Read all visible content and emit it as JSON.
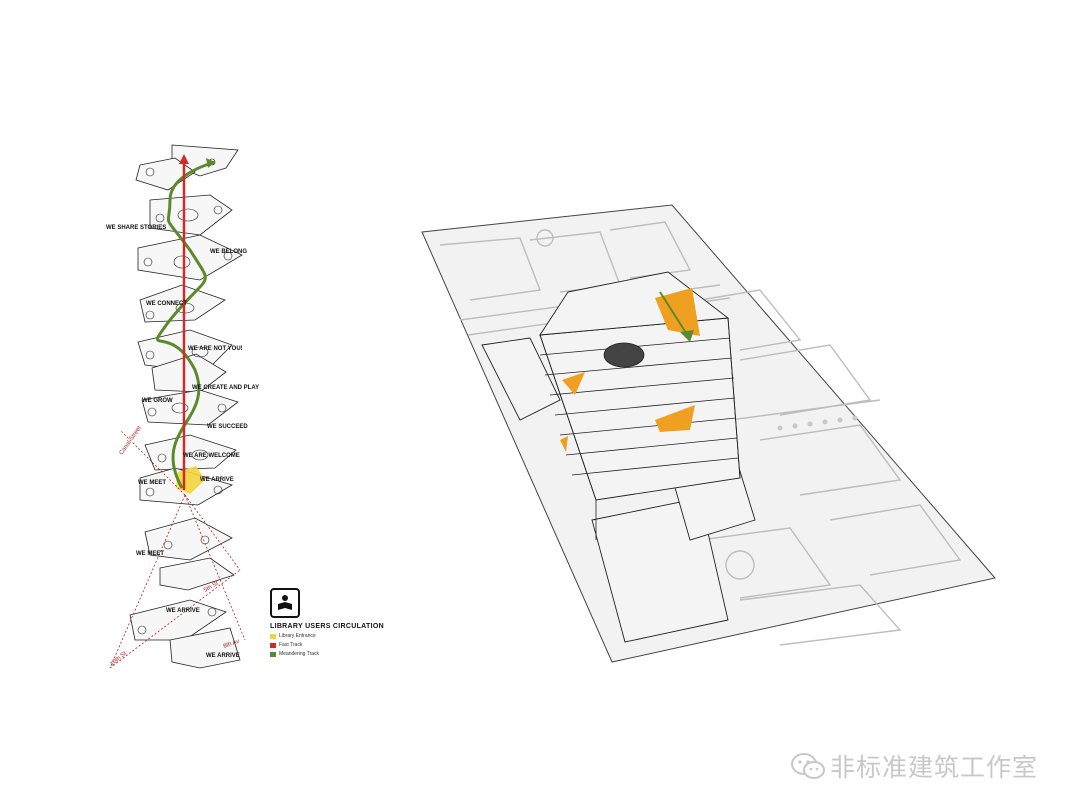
{
  "left_diagram": {
    "floor_labels": [
      "WE SHARE STORIES",
      "WE BELONG",
      "WE CONNECT",
      "WE ARE NOT YOU!",
      "WE CREATE AND PLAY",
      "WE GROW",
      "WE SUCCEED",
      "WE ARE WELCOME",
      "WE MEET",
      "WE ARRIVE",
      "WE MEET",
      "WE ARRIVE",
      "WE ARRIVE"
    ],
    "street_labels": [
      "Canal Street",
      "5th St",
      "10th St",
      "8th Av"
    ]
  },
  "legend": {
    "icon": "library-reader-icon",
    "title": "LIBRARY USERS CIRCULATION",
    "items": [
      {
        "label": "Library Entrance",
        "color": "#f2d43a"
      },
      {
        "label": "Fast Track",
        "color": "#d12a2a"
      },
      {
        "label": "Meandering Track",
        "color": "#5a8a2a"
      }
    ]
  },
  "colors": {
    "fast_track": "#d12a2a",
    "meandering_track": "#5a8a2a",
    "entrance": "#f2d43a",
    "accent_orange": "#f0a020"
  },
  "watermark": {
    "icon": "wechat-icon",
    "text": "非标准建筑工作室"
  }
}
